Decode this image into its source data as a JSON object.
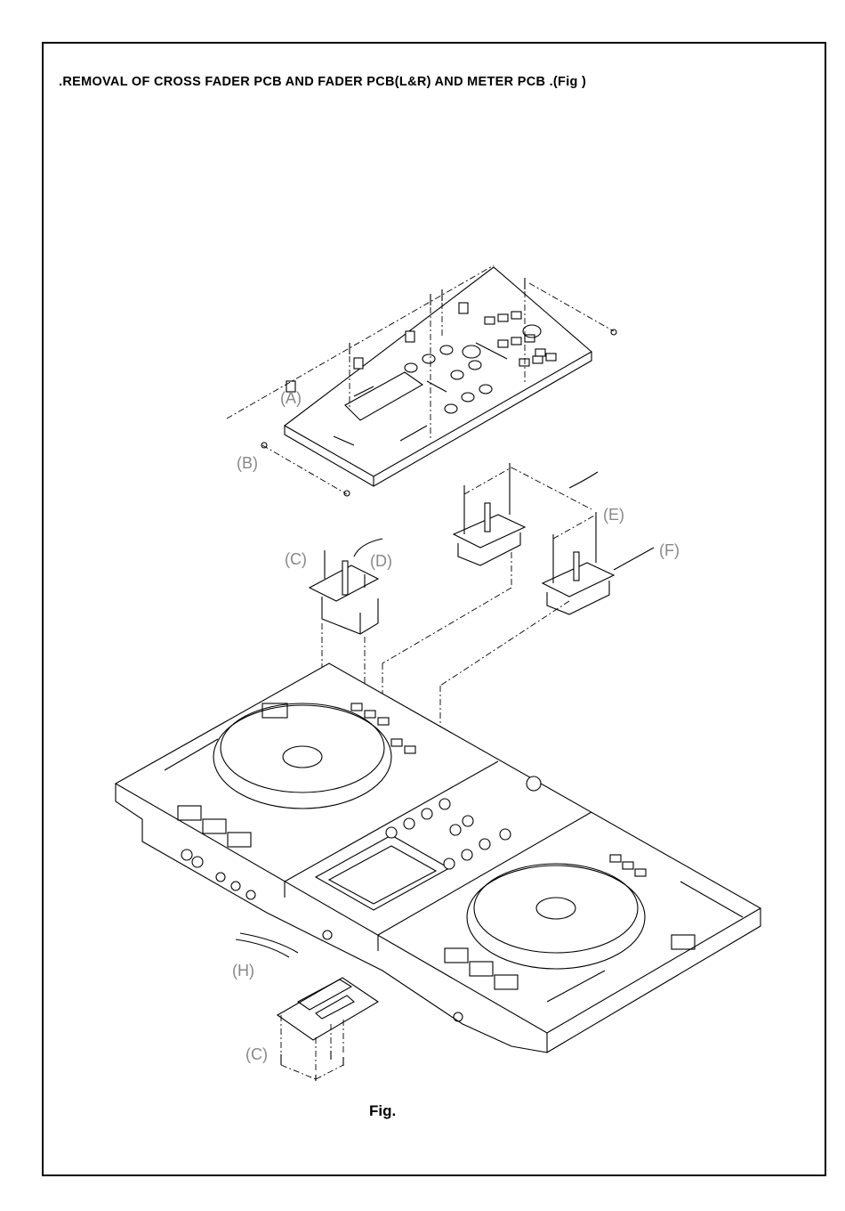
{
  "document": {
    "title": ".REMOVAL OF CROSS FADER PCB AND FADER PCB(L&R) AND METER PCB .(Fig  )",
    "figure_caption": "Fig."
  },
  "callouts": {
    "A": "(A)",
    "B": "(B)",
    "C_upper": "(C)",
    "D": "(D)",
    "E": "(E)",
    "F": "(F)",
    "H": "(H)",
    "C_lower": "(C)"
  },
  "colors": {
    "line": "#000000",
    "callout_text": "#888888",
    "background": "#ffffff"
  }
}
